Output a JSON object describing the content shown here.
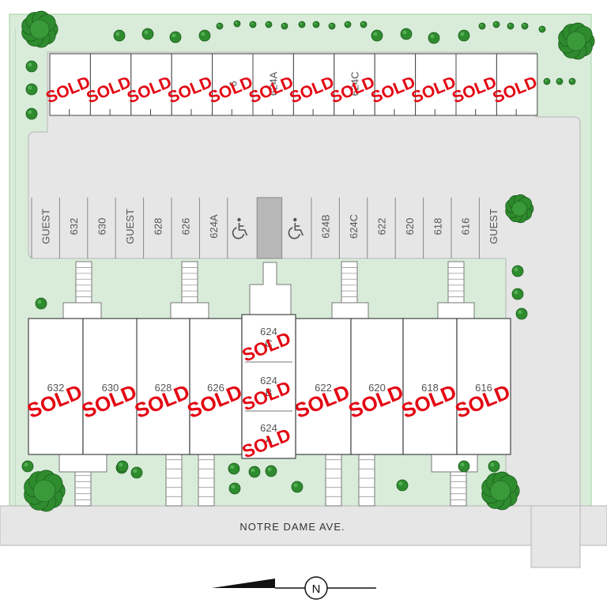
{
  "street_name": "NOTRE DAME AVE.",
  "north_label": "N",
  "sold_text": "SOLD",
  "colors": {
    "grass": "#d9ecda",
    "grass_border": "#9ccf9c",
    "pavement": "#e6e6e6",
    "building": "#ffffff",
    "outline": "#444444",
    "sold": "#e30613",
    "tree": "#2e8b2e"
  },
  "garages": [
    {
      "label": "",
      "status": "SOLD"
    },
    {
      "label": "",
      "status": "SOLD"
    },
    {
      "label": "",
      "status": "SOLD"
    },
    {
      "label": "",
      "status": "SOLD"
    },
    {
      "label": "6",
      "status": "SOLD"
    },
    {
      "label": "624A",
      "status": "SOLD"
    },
    {
      "label": "",
      "status": "SOLD"
    },
    {
      "label": "624C",
      "status": "SOLD"
    },
    {
      "label": "",
      "status": "SOLD"
    },
    {
      "label": "",
      "status": "SOLD"
    },
    {
      "label": "",
      "status": "SOLD"
    },
    {
      "label": "",
      "status": "SOLD"
    }
  ],
  "parking_stalls": [
    {
      "label": "GUEST",
      "icon": ""
    },
    {
      "label": "632",
      "icon": ""
    },
    {
      "label": "630",
      "icon": ""
    },
    {
      "label": "GUEST",
      "icon": ""
    },
    {
      "label": "628",
      "icon": ""
    },
    {
      "label": "626",
      "icon": ""
    },
    {
      "label": "624A",
      "icon": ""
    },
    {
      "label": "",
      "icon": "accessible-parking-icon"
    },
    {
      "label": "",
      "icon": "crosshatch-aisle"
    },
    {
      "label": "",
      "icon": "accessible-parking-icon"
    },
    {
      "label": "624B",
      "icon": ""
    },
    {
      "label": "624C",
      "icon": ""
    },
    {
      "label": "622",
      "icon": ""
    },
    {
      "label": "620",
      "icon": ""
    },
    {
      "label": "618",
      "icon": ""
    },
    {
      "label": "616",
      "icon": ""
    },
    {
      "label": "GUEST",
      "icon": ""
    }
  ],
  "units": [
    {
      "label": "632",
      "status": "SOLD"
    },
    {
      "label": "630",
      "status": "SOLD"
    },
    {
      "label": "628",
      "status": "SOLD"
    },
    {
      "label": "626",
      "status": "SOLD"
    },
    {
      "label": "622",
      "status": "SOLD"
    },
    {
      "label": "620",
      "status": "SOLD"
    },
    {
      "label": "618",
      "status": "SOLD"
    },
    {
      "label": "616",
      "status": "SOLD"
    }
  ],
  "stacked_units": [
    {
      "line1": "624",
      "line2": "C",
      "status": "SOLD"
    },
    {
      "line1": "624",
      "line2": "B",
      "status": "SOLD"
    },
    {
      "line1": "624",
      "line2": "A",
      "status": "SOLD"
    }
  ]
}
